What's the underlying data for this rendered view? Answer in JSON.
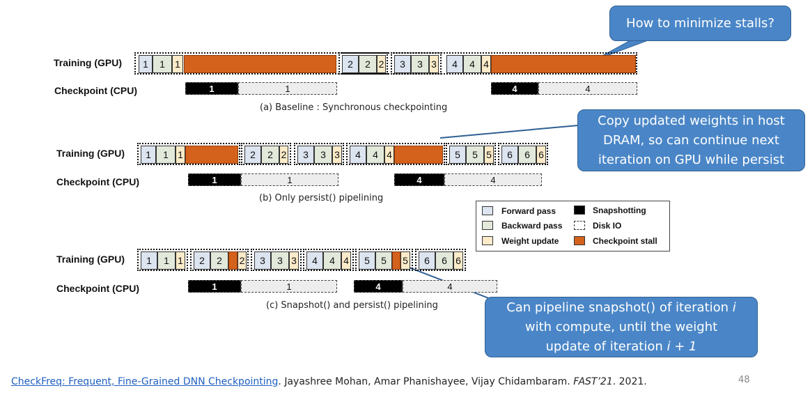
{
  "panels": [
    {
      "gpu_label": "Training (GPU)",
      "cpu_label": "Checkpoint (CPU)",
      "caption": "(a) Baseline : Synchronous checkpointing",
      "gpu_cells": [
        "1",
        "1",
        "1",
        "2",
        "2",
        "2",
        "3",
        "3",
        "3",
        "4",
        "4",
        "4"
      ],
      "snap_labels": [
        "1",
        "4"
      ],
      "disk_labels": [
        "1",
        "4"
      ]
    },
    {
      "gpu_label": "Training (GPU)",
      "cpu_label": "Checkpoint (CPU)",
      "caption": "(b) Only persist() pipelining",
      "gpu_cells": [
        "1",
        "1",
        "1",
        "2",
        "2",
        "2",
        "3",
        "3",
        "3",
        "4",
        "4",
        "4",
        "5",
        "5",
        "5",
        "6",
        "6",
        "6"
      ],
      "snap_labels": [
        "1",
        "4"
      ],
      "disk_labels": [
        "1",
        "4"
      ]
    },
    {
      "gpu_label": "Training (GPU)",
      "cpu_label": "Checkpoint (CPU)",
      "caption": "(c) Snapshot() and persist() pipelining",
      "gpu_cells": [
        "1",
        "1",
        "1",
        "2",
        "2",
        "2",
        "3",
        "3",
        "3",
        "4",
        "4",
        "4",
        "5",
        "5",
        "5",
        "6",
        "6",
        "6"
      ],
      "snap_labels": [
        "1",
        "4"
      ],
      "disk_labels": [
        "1",
        "4"
      ]
    }
  ],
  "legend": {
    "forward": "Forward pass",
    "backward": "Backward pass",
    "weight": "Weight update",
    "snapshot": "Snapshotting",
    "disk": "Disk IO",
    "stall": "Checkpoint stall"
  },
  "callouts": {
    "stalls": "How to minimize stalls?",
    "copy_lines": [
      "Copy updated weights in host",
      "DRAM, so can continue next",
      "iteration on GPU while persist"
    ],
    "pipeline_l1_a": "Can pipeline snapshot() of iteration ",
    "pipeline_l1_i": "i",
    "pipeline_l2": "with compute, until the weight",
    "pipeline_l3_a": "update of iteration ",
    "pipeline_l3_i": "i + 1"
  },
  "footer": {
    "link_text": "CheckFreq: Frequent, Fine-Grained DNN Checkpointing",
    "authors": ". Jayashree Mohan, Amar Phanishayee, Vijay Chidambaram. ",
    "venue": "FAST’21",
    "year": ". 2021.",
    "page_number": "48"
  },
  "colors": {
    "forward": "#dce4f0",
    "backward": "#e2e9da",
    "weight": "#fcebc9",
    "stall": "#d4621c",
    "callout": "#4a86c7"
  }
}
